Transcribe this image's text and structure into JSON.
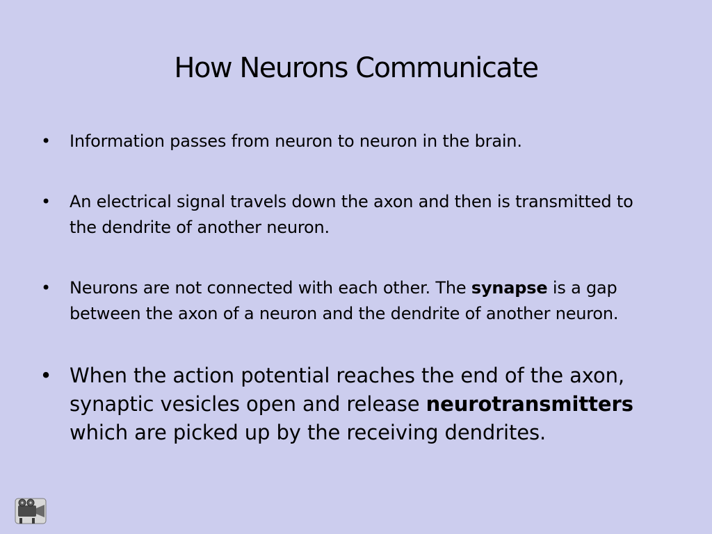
{
  "slide": {
    "title": "How Neurons Communicate",
    "bullets": [
      {
        "pre": "Information passes from neuron to neuron in the brain.",
        "bold": "",
        "post": ""
      },
      {
        "pre": "An electrical signal travels down the axon and then is transmitted to the dendrite of another neuron.",
        "bold": "",
        "post": ""
      },
      {
        "pre": "Neurons are not connected with each other. The ",
        "bold": "synapse",
        "post": " is a gap between the axon of a neuron and the dendrite of another neuron."
      },
      {
        "pre": "When the action potential reaches the end of the axon, synaptic vesicles open and release ",
        "bold": "neurotransmitters",
        "post": " which are picked up by the receiving dendrites."
      }
    ],
    "bullet_glyph": "•",
    "corner_icon": "projector-icon"
  },
  "colors": {
    "background": "#cccdee",
    "text": "#000000"
  }
}
